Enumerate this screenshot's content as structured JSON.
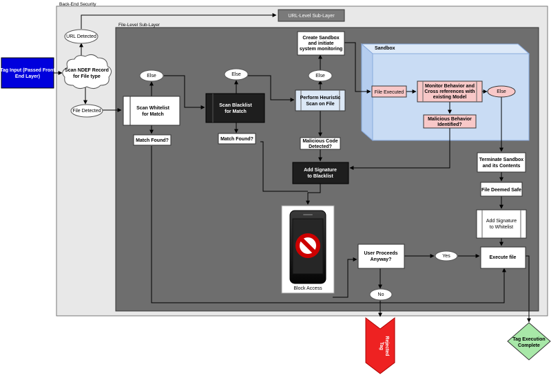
{
  "layers": {
    "backend": "Back-End Security",
    "url": "URL-Level Sub-Layer",
    "file": "File-Level Sub-Layer",
    "sandbox": "Sandbox"
  },
  "nodes": {
    "tag_input": [
      "Tag Input (Passed Front",
      "End Layer)"
    ],
    "scan_ndef": [
      "Scan NDEF Record",
      "for File type"
    ],
    "url_detected": "URL Detected",
    "file_detected": "File Detected",
    "scan_whitelist": [
      "Scan Whitelist",
      "for Match"
    ],
    "else_1": "Else",
    "match_found_1": "Match Found?",
    "scan_blacklist": [
      "Scan Blacklist",
      "for Match"
    ],
    "else_2": "Else",
    "match_found_2": "Match Found?",
    "create_sandbox": [
      "Create Sandbox",
      "and initiate",
      "system monitoring"
    ],
    "else_3": "Else",
    "heuristic": [
      "Perform Heuristic",
      "Scan on File"
    ],
    "malicious_code": [
      "Malicious Code",
      "Detected?"
    ],
    "add_sig_black": [
      "Add Signature",
      "to Blacklist"
    ],
    "file_executed": "File Executed",
    "monitor": [
      "Monitor Behavior and",
      "Cross references with",
      "existing Model"
    ],
    "else_4": "Else",
    "malicious_behavior": [
      "Malicious Behavior",
      "Identified?"
    ],
    "terminate": [
      "Terminate Sandbox",
      "and its Contents"
    ],
    "deemed_safe": "File Deemed Safe",
    "add_sig_white": [
      "Add Signature",
      "to Whitelist"
    ],
    "execute": "Execute file",
    "block_access": "Block Access",
    "user_proceeds": [
      "User Proceeds",
      "Anyway?"
    ],
    "yes": "Yes",
    "no": "No",
    "tag_rejected": [
      "Tag",
      "Rejected"
    ],
    "tag_complete": [
      "Tag Execution",
      "Complete"
    ]
  },
  "colors": {
    "backend_bg": "#e8e8e8",
    "file_layer_bg": "#6e6e6e",
    "sandbox_fill": "#c9dcf4",
    "tag_input_fill": "#0000dd",
    "dark_box": "#1e1e1e",
    "pink_box": "#f8c8c8",
    "reject_red": "#ee2222",
    "complete_green": "#a8e8a8"
  }
}
